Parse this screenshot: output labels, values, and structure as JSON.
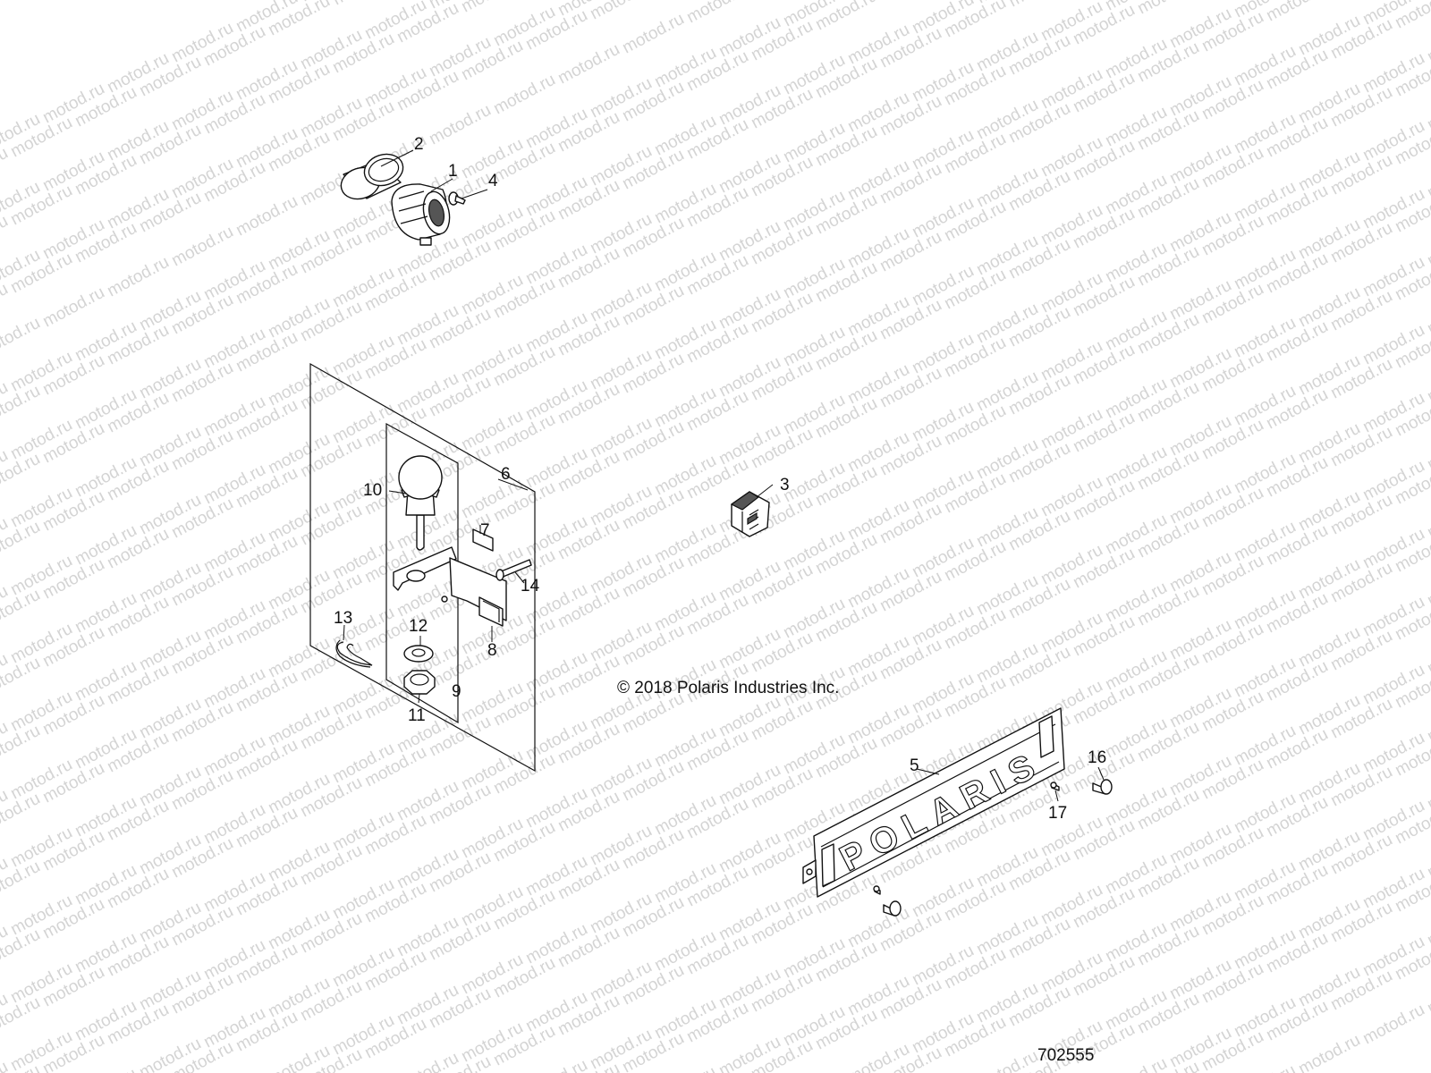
{
  "watermark": {
    "text": "motod.ru",
    "color": "#d4d4d4"
  },
  "copyright": "© 2018 Polaris Industries Inc.",
  "drawing_id": "702555",
  "plate_lettering": "POLARIS",
  "callouts": [
    "1",
    "2",
    "3",
    "4",
    "5",
    "6",
    "7",
    "8",
    "9",
    "10",
    "11",
    "12",
    "13",
    "14",
    "16",
    "17"
  ]
}
